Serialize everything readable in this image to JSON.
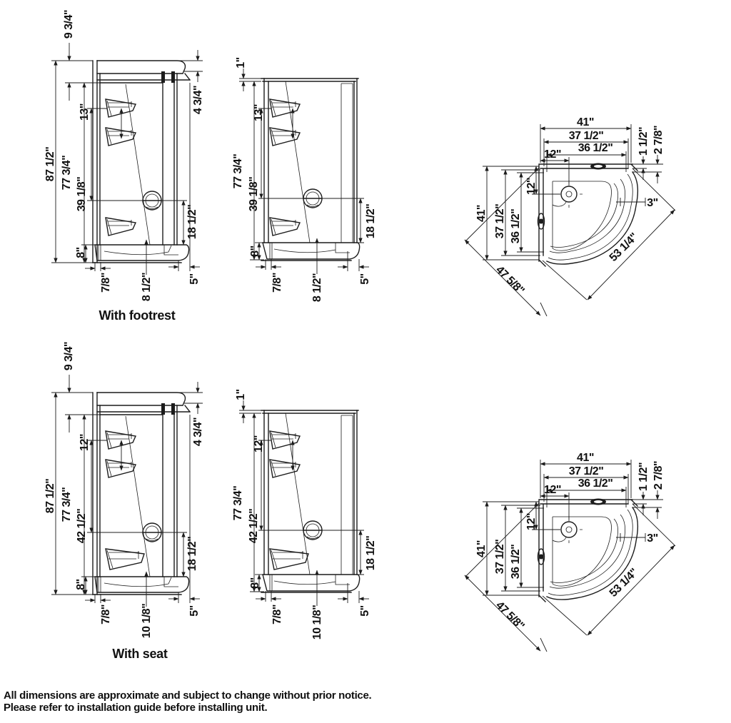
{
  "canvas": {
    "background": "#ffffff",
    "line_color": "#1c1c1c"
  },
  "labels": {
    "footrest": "With footrest",
    "seat": "With seat"
  },
  "footer": {
    "line1": "All dimensions are approximate and subject to change without prior notice.",
    "line2": "Please refer to installation guide before installing unit."
  },
  "views": {
    "footrest_side_a": {
      "dome_height": "9 3/4\"",
      "total_height": "87 1/2\"",
      "cabin_height": "77 3/4\"",
      "jet_height": "39 1/8\"",
      "jet_spacing": "13\"",
      "cap_height": "4 3/4\"",
      "base_height": "8\"",
      "base_lip": "7/8\"",
      "drain_inset": "8 1/2\"",
      "front_overhang": "5\"",
      "knob_height": "18 1/2\""
    },
    "footrest_side_b": {
      "top_trim": "1\"",
      "cabin_height": "77 3/4\"",
      "jet_height": "39 1/8\"",
      "jet_spacing": "13\"",
      "base_height": "8\"",
      "base_lip": "7/8\"",
      "drain_inset": "8 1/2\"",
      "front_overhang": "5\"",
      "knob_height": "18 1/2\""
    },
    "seat_side_a": {
      "dome_height": "9 3/4\"",
      "total_height": "87 1/2\"",
      "cabin_height": "77 3/4\"",
      "jet_height": "42 1/2\"",
      "jet_spacing": "12\"",
      "cap_height": "4 3/4\"",
      "base_height": "8\"",
      "base_lip": "7/8\"",
      "drain_inset": "10 1/8\"",
      "front_overhang": "5\"",
      "knob_height": "18 1/2\""
    },
    "seat_side_b": {
      "top_trim": "1\"",
      "cabin_height": "77 3/4\"",
      "jet_height": "42 1/2\"",
      "jet_spacing": "12\"",
      "base_height": "8\"",
      "base_lip": "7/8\"",
      "drain_inset": "10 1/8\"",
      "front_overhang": "5\"",
      "knob_height": "18 1/2\""
    },
    "plan_top": {
      "overall_width": "41\"",
      "base_width": "37 1/2\"",
      "inner_width": "36 1/2\"",
      "drain_offset_x": "12\"",
      "wall_step_1": "1 1/2\"",
      "wall_step_2": "2 7/8\"",
      "overall_depth": "41\"",
      "base_depth": "37 1/2\"",
      "inner_depth": "36 1/2\"",
      "drain_offset_y": "12\"",
      "rim_width": "3\"",
      "front_diagonal": "53 1/4\"",
      "corner_diagonal": "47 5/8\""
    },
    "plan_bottom": {
      "overall_width": "41\"",
      "base_width": "37 1/2\"",
      "inner_width": "36 1/2\"",
      "drain_offset_x": "12\"",
      "wall_step_1": "1 1/2\"",
      "wall_step_2": "2 7/8\"",
      "overall_depth": "41\"",
      "base_depth": "37 1/2\"",
      "inner_depth": "36 1/2\"",
      "drain_offset_y": "12\"",
      "rim_width": "3\"",
      "front_diagonal": "53 1/4\"",
      "corner_diagonal": "47 5/8\""
    }
  }
}
